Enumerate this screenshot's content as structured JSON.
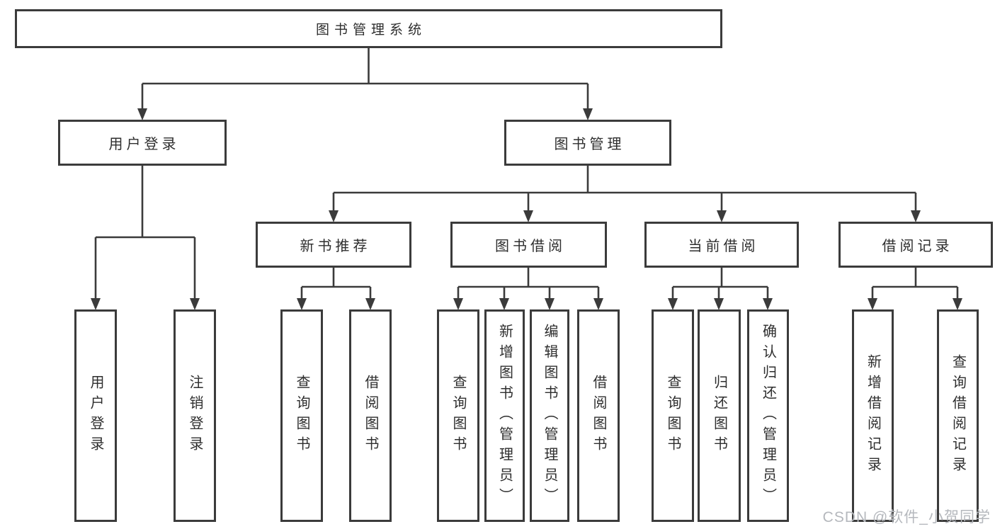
{
  "diagram": {
    "root": {
      "label": "图书管理系统"
    },
    "branches": [
      {
        "label": "用户登录",
        "children": [
          {
            "label": "用户登录"
          },
          {
            "label": "注销登录"
          }
        ]
      },
      {
        "label": "图书管理",
        "children": [
          {
            "label": "新书推荐",
            "children": [
              {
                "label": "查询图书"
              },
              {
                "label": "借阅图书"
              }
            ]
          },
          {
            "label": "图书借阅",
            "children": [
              {
                "label": "查询图书"
              },
              {
                "label": "新增图书（管理员）"
              },
              {
                "label": "编辑图书（管理员）"
              },
              {
                "label": "借阅图书"
              }
            ]
          },
          {
            "label": "当前借阅",
            "children": [
              {
                "label": "查询图书"
              },
              {
                "label": "归还图书"
              },
              {
                "label": "确认归还（管理员）"
              }
            ]
          },
          {
            "label": "借阅记录",
            "children": [
              {
                "label": "新增借阅记录"
              },
              {
                "label": "查询借阅记录"
              }
            ]
          }
        ]
      }
    ],
    "watermark": "CSDN @软件_小贺同学",
    "colors": {
      "line": "#3b3b3b",
      "text": "#2e2e2e",
      "watermark": "#b5b8bd",
      "background": "#ffffff"
    }
  }
}
